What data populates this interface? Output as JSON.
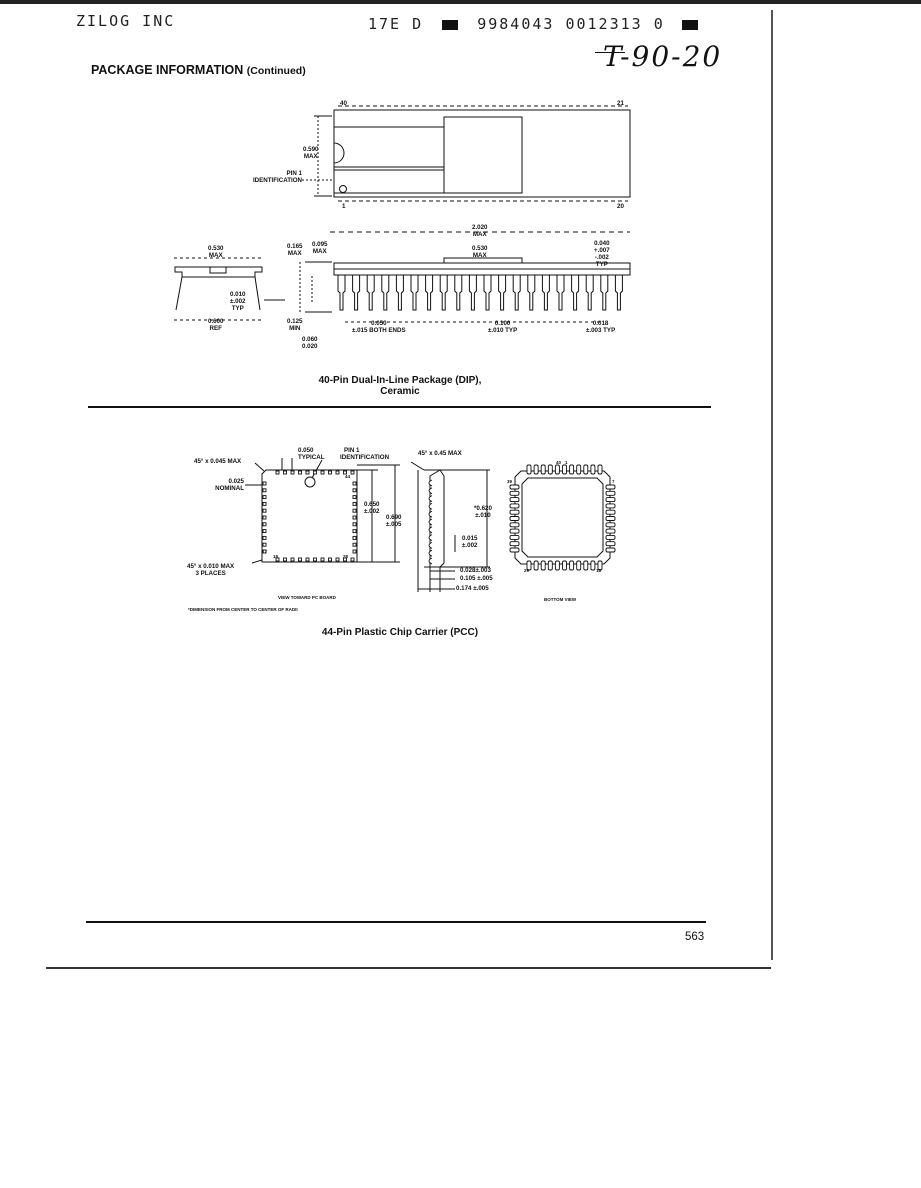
{
  "header": {
    "company": "ZILOG INC",
    "code_a": "17E D",
    "code_b": "9984043 0012313 0",
    "handwritten": "T-90-20"
  },
  "section_title": "PACKAGE INFORMATION",
  "section_title_suffix": "(Continued)",
  "dip": {
    "caption_line1": "40-Pin Dual-In-Line Package (DIP),",
    "caption_line2": "Ceramic",
    "pin_40": "40",
    "pin_21": "21",
    "pin_1": "1",
    "pin_20": "20",
    "width_a": "0.590",
    "width_a_unit": "MAX",
    "pin1_line1": "PIN 1",
    "pin1_line2": "IDENTIFICATION",
    "length": "2.020",
    "length_unit": "MAX",
    "end_w": "0.530",
    "end_w_unit": "MAX",
    "lead_t": "0.010",
    "lead_t_tol": "±.002",
    "lead_t_unit": "TYP",
    "row_sp": "0.600",
    "row_sp_unit": "REF",
    "h1": "0.165",
    "h1_unit": "MAX",
    "h2": "0.095",
    "h2_unit": "MAX",
    "side_w": "0.530",
    "side_w_unit": "MAX",
    "lead_w": "0.040",
    "lead_w_tol1": "+.007",
    "lead_w_tol2": "-.002",
    "lead_w_unit": "TYP",
    "seat": "0.125",
    "seat_unit": "MIN",
    "end_sp": "0.050",
    "end_sp_tol": "±.015 BOTH ENDS",
    "pitch": "0.100",
    "pitch_tol": "±.010 TYP",
    "lead_d": "0.018",
    "lead_d_tol": "±.003 TYP",
    "base1": "0.060",
    "base2": "0.020"
  },
  "pcc": {
    "caption": "44-Pin Plastic Chip Carrier (PCC)",
    "chamfer": "45° x 0.045 MAX",
    "typ_a": "0.050",
    "typ_a_unit": "TYPICAL",
    "pin1_line1": "PIN 1",
    "pin1_line2": "IDENTIFICATION",
    "nominal_a": "0.025",
    "nominal_unit": "NOMINAL",
    "body": "0.650",
    "body_tol": "±.002",
    "overall": "0.690",
    "overall_tol": "±.005",
    "corner": "45° x 0.010 MAX",
    "corner_unit": "3 PLACES",
    "view_note": "VIEW TOWARD PC BOARD",
    "footnote": "*DIMENSION FROM CENTER TO CENTER OF RADII",
    "side_chamfer": "45° x 0.45 MAX",
    "side_h": "*0.620",
    "side_h_tol": "±.010",
    "lead_off": "0.015",
    "lead_off_tol": "±.002",
    "d1": "0.028",
    "d1_tol": "±.003",
    "d2": "0.105",
    "d2_tol": "±.005",
    "d3": "0.174",
    "d3_tol": "±.005",
    "bottom_view": "BOTTOM VIEW",
    "pins": {
      "p44": "44",
      "p1": "1",
      "p7": "7",
      "p17": "17",
      "p18": "18",
      "p28": "28",
      "p29": "29",
      "p39": "39",
      "p40": "40"
    }
  },
  "page_number": "563"
}
